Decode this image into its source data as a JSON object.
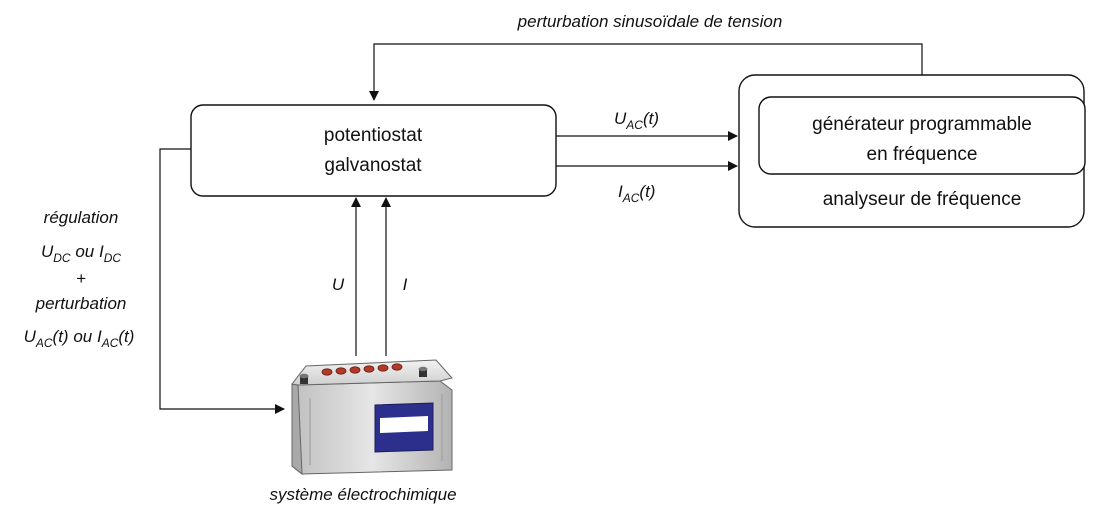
{
  "diagram": {
    "top_label": "perturbation sinusoïdale de tension",
    "potentiostat": {
      "line1": "potentiostat",
      "line2": "galvanostat"
    },
    "generator": {
      "line1": "générateur programmable",
      "line2": "en fréquence"
    },
    "analyzer": {
      "label": "analyseur de fréquence"
    },
    "u_ac": {
      "main": "U",
      "sub": "AC",
      "tail": "(t)"
    },
    "i_ac": {
      "main": "I",
      "sub": "AC",
      "tail": "(t)"
    },
    "u_arrow": "U",
    "i_arrow": "I",
    "left_label": {
      "line1": "régulation",
      "line2": {
        "a": "U",
        "a_sub": "DC",
        "mid": " ou ",
        "b": "I",
        "b_sub": "DC"
      },
      "line3": "+",
      "line4": "perturbation",
      "line5": {
        "a": "U",
        "a_sub": "AC",
        "a_tail": "(t) ou ",
        "b": "I",
        "b_sub": "AC",
        "b_tail": "(t)"
      }
    },
    "battery_caption": "système électrochimique"
  },
  "colors": {
    "line": "#111111",
    "battery_body": "#dcdcdc",
    "battery_label": "#2d2f8c",
    "battery_caps": "#b23a2a"
  },
  "icons": [
    "car-battery-icon"
  ]
}
